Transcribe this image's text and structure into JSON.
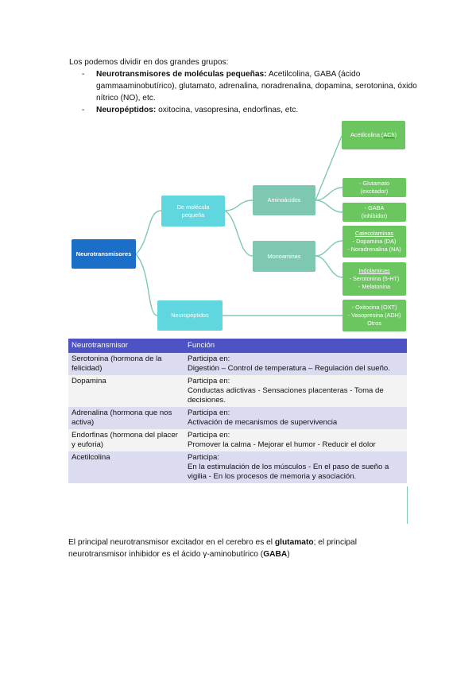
{
  "intro": {
    "line1": "Los podemos dividir en dos grandes grupos:",
    "item1_bold": "Neurotransmisores de moléculas pequeñas:",
    "item1_text": " Acetilcolina, GABA (ácido gammaaminobutírico), glutamato, adrenalina, noradrenalina, dopamina, serotonina, óxido nítrico (NO), etc.",
    "item2_bold": "Neuropéptidos:",
    "item2_text": " oxitocina, vasopresina, endorfinas, etc."
  },
  "diagram": {
    "root": "Neurotransmisores",
    "small": [
      "De molécula",
      "pequeña"
    ],
    "neuropep": "Neuropéptidos",
    "amino": "Aminoácidos",
    "mono": "Monoaminas",
    "ach_label": "Acetilcolina (",
    "ach_abbr": "ACh",
    "ach_close": ")",
    "glut": [
      "- Glutamato",
      "(excitador)"
    ],
    "gaba": [
      "- GABA",
      "(inhibidor)"
    ],
    "cate": [
      "Catecolaminas",
      "- Dopamina (DA)",
      "- Noradrenalina (NA)"
    ],
    "indo": [
      "Indolaminas",
      "- Serotonina (5-HT)",
      "- Melatonina"
    ],
    "pep": [
      "- Oxitocina (OXT)",
      "- Vasopresina (ADH)",
      "Otros"
    ]
  },
  "colors": {
    "root": "#1b6fc9",
    "cyan": "#60d6de",
    "teal": "#7ec8b3",
    "green": "#6cc660",
    "table_header": "#4d52c4",
    "table_alt": "#dcdcf0"
  },
  "table": {
    "headers": [
      "Neurotransmisor",
      "Función"
    ],
    "rows": [
      {
        "name": "Serotonina (hormona de la felicidad)",
        "f1": "Participa en:",
        "f2": "Digestión – Control de temperatura – Regulación del sueño."
      },
      {
        "name": "Dopamina",
        "f1": "Participa en:",
        "f2": "Conductas adictivas -  Sensaciones placenteras - Toma de decisiones."
      },
      {
        "name": "Adrenalina (hormona que nos activa)",
        "f1": "Participa en:",
        "f2": "Activación de mecanismos de supervivencia"
      },
      {
        "name": "Endorfinas (hormona del placer y euforia)",
        "f1": "Participa en:",
        "f2": "Promover la calma - Mejorar el humor - Reducir el dolor"
      },
      {
        "name": "Acetilcolina",
        "f1": "Participa:",
        "f2": "En la estimulación de los músculos - En el paso de sueño a vigilia  - En los procesos de memoria y asociación."
      }
    ]
  },
  "outro": {
    "t1": "El principal neurotransmisor excitador en el cerebro es el ",
    "b1": "glutamato",
    "t2": "; el principal neurotransmisor inhibidor es el ácido γ-aminobutírico (",
    "b2": "GABA",
    "t3": ")"
  }
}
